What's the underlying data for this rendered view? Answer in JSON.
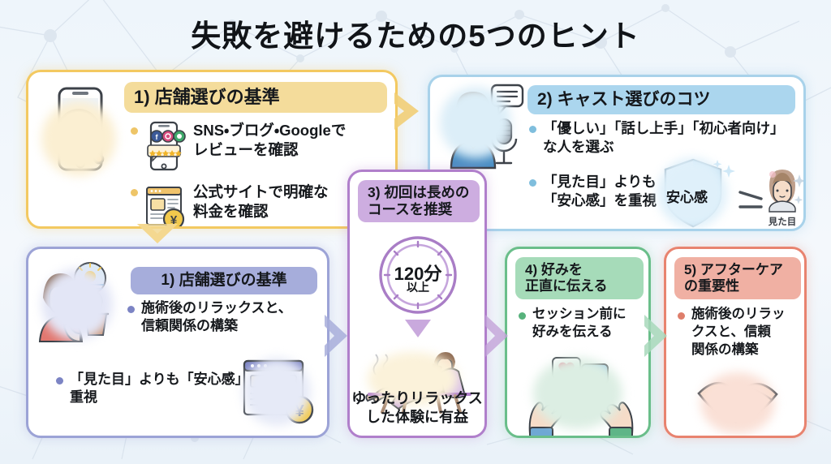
{
  "page": {
    "title": "失敗を避けるための5つのヒント",
    "background_color": "#f2f7fb",
    "network_pattern": "decorative-constellation"
  },
  "cards": [
    {
      "id": "card1",
      "number": "1)",
      "header": "1) 店舗選びの基準",
      "accent_color": "#F3C961",
      "header_bg": "#F4DC9B",
      "bullet_color": "#EEC568",
      "illustration": "smartphone-magnifier-icon",
      "bullets": [
        {
          "icon": "phone-reviews-icon",
          "text": "SNS・ブログ・Googleで\nレビューを確認"
        },
        {
          "icon": "website-yen-icon",
          "text": "公式サイトで明確な\n料金を確認"
        }
      ]
    },
    {
      "id": "card2",
      "number": "2)",
      "header": "2) キャスト選びのコツ",
      "accent_color": "#A8D2EA",
      "header_bg": "#ABD6EE",
      "bullet_color": "#7FBEDD",
      "illustration": "person-microphone-speech-icon",
      "bullets": [
        {
          "text": "「優しい」「話し上手」「初心者向け」\nな人を選ぶ"
        },
        {
          "text": "「見た目」よりも\n「安心感」を重視"
        }
      ],
      "comparison": {
        "shield_label": "安心感",
        "operator": "≧",
        "face_label": "見た目"
      }
    },
    {
      "id": "cardA",
      "number": "1)",
      "header": "1) 店舗選びの基準",
      "accent_color": "#9CA3D6",
      "header_bg": "#A6ADDB",
      "bullet_color": "#7C84C4",
      "illustration": "woman-drinking-plant-icon",
      "illustration2": "website-yen-icon",
      "bullets": [
        {
          "text": "施術後のリラックスと、\n信頼関係の構築"
        }
      ],
      "bullets_lower": [
        {
          "text": "「見た目」よりも「安心感」を\n重視"
        }
      ]
    },
    {
      "id": "card3",
      "number": "3)",
      "header": "3) 初回は長めの\n    コースを推奨",
      "accent_color": "#B07FCB",
      "header_bg": "#CDADE0",
      "clock": {
        "value": "120分",
        "sub": "以上"
      },
      "illustration": "woman-relaxing-lounger-icon",
      "caption": "ゆったりリラックス\nした体験に有益"
    },
    {
      "id": "card4",
      "number": "4)",
      "header": "4) 好みを\n    正直に伝える",
      "accent_color": "#6ABE8A",
      "header_bg": "#A6DBB9",
      "bullet_color": "#57B27C",
      "illustration": "open-hands-heart-thumbsup-icon",
      "bullets": [
        {
          "text": "セッション前に\n好みを伝える"
        }
      ]
    },
    {
      "id": "card5",
      "number": "5)",
      "header": "5) アフターケア\n    の重要性",
      "accent_color": "#E8836F",
      "header_bg": "#F0B0A3",
      "bullet_color": "#DE7E6B",
      "illustration": "handshake-icon",
      "bullets": [
        {
          "text": "施術後のリラッ\nクスと、信頼\n関係の構築"
        }
      ]
    }
  ],
  "connectors": [
    {
      "id": "conn-1-2",
      "direction": "right",
      "color": "#F1CE77",
      "from": "card1",
      "to": "card2"
    },
    {
      "id": "conn-1-A",
      "direction": "down",
      "color": "#F3D081",
      "from": "card1",
      "to": "cardA"
    },
    {
      "id": "conn-A-3",
      "direction": "right",
      "color": "#A8AEDA",
      "from": "cardA",
      "to": "card3"
    },
    {
      "id": "conn-3-4",
      "direction": "right",
      "color": "#C3A3D8",
      "from": "card3",
      "to": "card4"
    },
    {
      "id": "conn-4-5",
      "direction": "right",
      "color": "#A8D8BB",
      "from": "card4",
      "to": "card5"
    }
  ]
}
